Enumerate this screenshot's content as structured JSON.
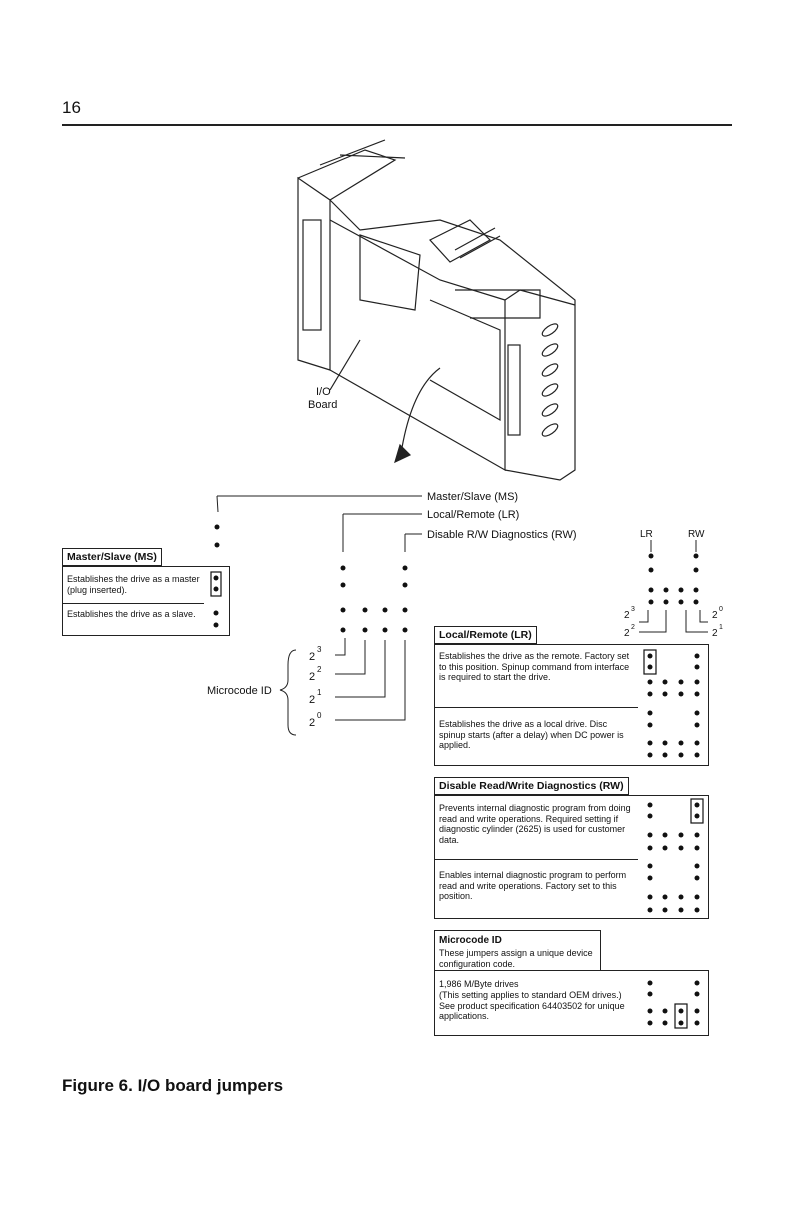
{
  "page_number": "16",
  "drawing": {
    "board_label_line1": "I/O",
    "board_label_line2": "Board"
  },
  "callouts": {
    "ms": "Master/Slave (MS)",
    "lr": "Local/Remote (LR)",
    "rw": "Disable R/W Diagnostics (RW)",
    "col_lr": "LR",
    "col_rw": "RW",
    "microcode": "Microcode ID",
    "bits": [
      "2",
      "2",
      "2",
      "2"
    ],
    "bit_exp": [
      "3",
      "2",
      "1",
      "0"
    ]
  },
  "ms_box": {
    "title": "Master/Slave (MS)",
    "row1": "Establishes the drive as a master (plug inserted).",
    "row2": "Establishes the drive as a slave."
  },
  "lr_box": {
    "title": "Local/Remote (LR)",
    "row1": "Establishes the drive as the remote. Factory set to this position. Spinup command from interface is required to start the drive.",
    "row2": "Establishes the drive as a local drive. Disc spinup starts (after a delay) when DC power is applied."
  },
  "rw_box": {
    "title": "Disable Read/Write Diagnostics (RW)",
    "row1": "Prevents internal diagnostic program from doing read and write operations. Required setting if diagnostic cylinder (2625) is used for customer data.",
    "row2": "Enables internal diagnostic program to perform read and write operations. Factory set to this position."
  },
  "mc_box": {
    "title": "Microcode ID",
    "subtitle": "These jumpers assign a unique device configuration code.",
    "row1_head": "1,986  M/Byte drives",
    "row1": "(This setting applies to standard OEM drives.) See product specification 64403502 for unique applications."
  },
  "caption": "Figure 6.  I/O board jumpers"
}
